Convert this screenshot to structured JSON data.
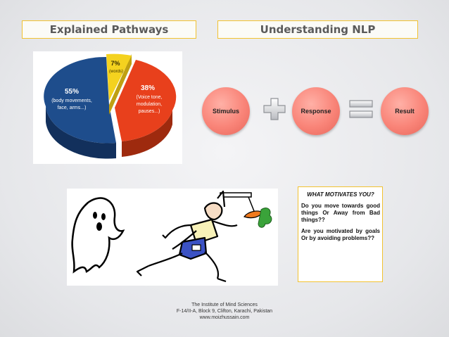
{
  "headers": {
    "left": "Explained Pathways",
    "right": "Understanding NLP"
  },
  "pie_chart": {
    "slices": [
      {
        "percent": "55%",
        "lines": [
          "(body movements,",
          "face, arms...)"
        ],
        "color": "#1e4d8c"
      },
      {
        "percent": "7%",
        "lines": [
          "(words)"
        ],
        "color": "#f4d21f"
      },
      {
        "percent": "38%",
        "lines": [
          "(Voice tone,",
          "modulation,",
          "pauses...)"
        ],
        "color": "#e8401c"
      }
    ]
  },
  "nlp_formula": {
    "stimulus": "Stimulus",
    "response": "Response",
    "result": "Result",
    "plus_icon": "plus-icon",
    "equals_icon": "equals-icon"
  },
  "motivation": {
    "title": "WHAT MOTIVATES YOU?",
    "question1": "Do you move towards good things Or Away from Bad things??",
    "question2": "Are you motivated by goals Or by avoiding problems??"
  },
  "footer": {
    "line1": "The Institute of Mind Sciences",
    "line2": "F-14/II-A, Block 9, Clifton, Karachi, Pakistan",
    "line3": "www.moizhussain.com"
  }
}
